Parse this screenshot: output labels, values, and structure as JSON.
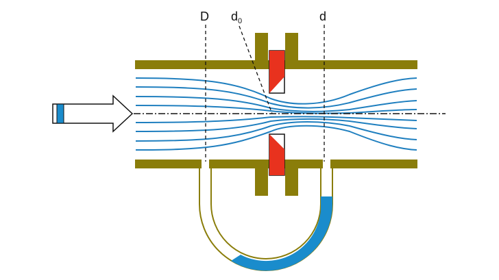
{
  "labels": {
    "D": "D",
    "d0_main": "d",
    "d0_sub": "0",
    "d": "d"
  },
  "colors": {
    "pipe": "#8a7d0a",
    "orifice": "#e8321e",
    "streamline": "#1f7fbf",
    "fluid": "#1a8ccc",
    "outline": "#111111"
  }
}
